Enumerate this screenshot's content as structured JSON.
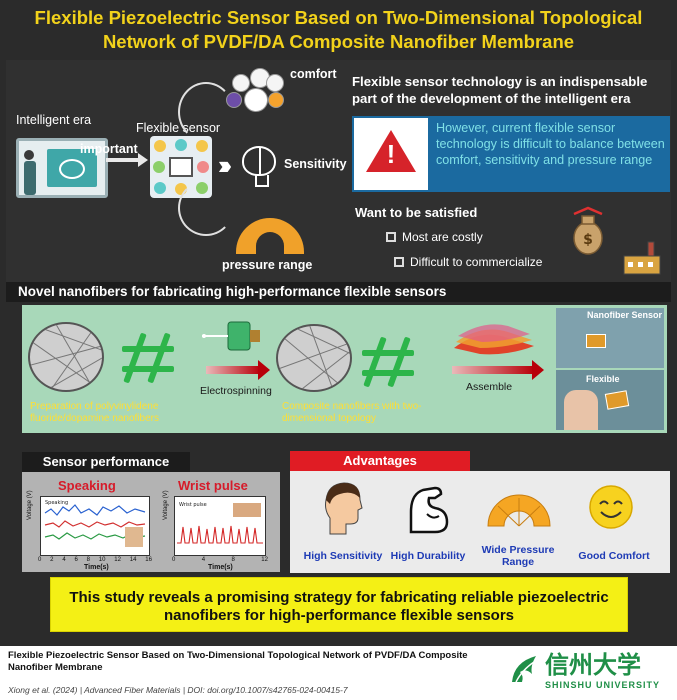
{
  "title": {
    "line1": "Flexible Piezoelectric Sensor Based on Two-Dimensional Topological",
    "line2": "Network of PVDF/DA Composite Nanofiber Membrane"
  },
  "intro": {
    "intelligent_era": "Intelligent era",
    "important": "important",
    "flexible_sensor": "Flexible sensor",
    "comfort": "comfort",
    "sensitivity": "Sensitivity",
    "pressure_range": "pressure range",
    "headline": "Flexible sensor technology is an indispensable part of the development of the intelligent era",
    "warning": "However, current flexible sensor technology is difficult to balance between comfort, sensitivity and pressure range",
    "want": "Want to be satisfied",
    "checks": [
      "Most are costly",
      "Difficult to commercialize"
    ]
  },
  "novel": {
    "header": "Novel nanofibers for fabricating high-performance flexible sensors",
    "prep_caption": "Preparation of polyvinylidene fluoride/dopamine nanofibers",
    "electrospinning": "Electrospinning",
    "composite_caption": "Composite nanofibers with two-dimensional topology",
    "assemble": "Assemble",
    "photo1_label": "Nanofiber Sensor",
    "photo2_label": "Flexible"
  },
  "performance": {
    "header": "Sensor performance",
    "speaking": "Speaking",
    "wrist_pulse": "Wrist pulse",
    "chart1": {
      "ylabel": "Voltage (V)",
      "xlabel": "Time(s)",
      "ticks": [
        "0",
        "2",
        "4",
        "6",
        "8",
        "10",
        "12",
        "14",
        "16"
      ],
      "legend": "Speaking"
    },
    "chart2": {
      "ylabel": "Voltage (V)",
      "xlabel": "Time(s)",
      "ticks": [
        "0",
        "4",
        "8",
        "12"
      ],
      "legend": "Wrist pulse"
    }
  },
  "advantages": {
    "header": "Advantages",
    "items": [
      "High Sensitivity",
      "High Durability",
      "Wide Pressure Range",
      "Good Comfort"
    ]
  },
  "conclusion": "This study reveals a promising strategy for fabricating reliable piezoelectric nanofibers for high-performance flexible sensors",
  "footer": {
    "title": "Flexible Piezoelectric Sensor Based on Two-Dimensional Topological Network of PVDF/DA Composite Nanofiber Membrane",
    "citation": "Xiong et al. (2024) | Advanced Fiber Materials | DOI: doi.org/10.1007/s42765-024-00415-7",
    "logo_cn": "信州大学",
    "logo_en": "SHINSHU UNIVERSITY"
  },
  "colors": {
    "background": "#2b2b2b",
    "title": "#f2d21b",
    "warning_box": "#1b6aa0",
    "warning_text": "#7fe0e6",
    "novel_panel": "#a8d8b9",
    "advantages_red": "#e01c24",
    "conclusion_yellow": "#f4f015",
    "logo_green": "#1f8f47"
  }
}
